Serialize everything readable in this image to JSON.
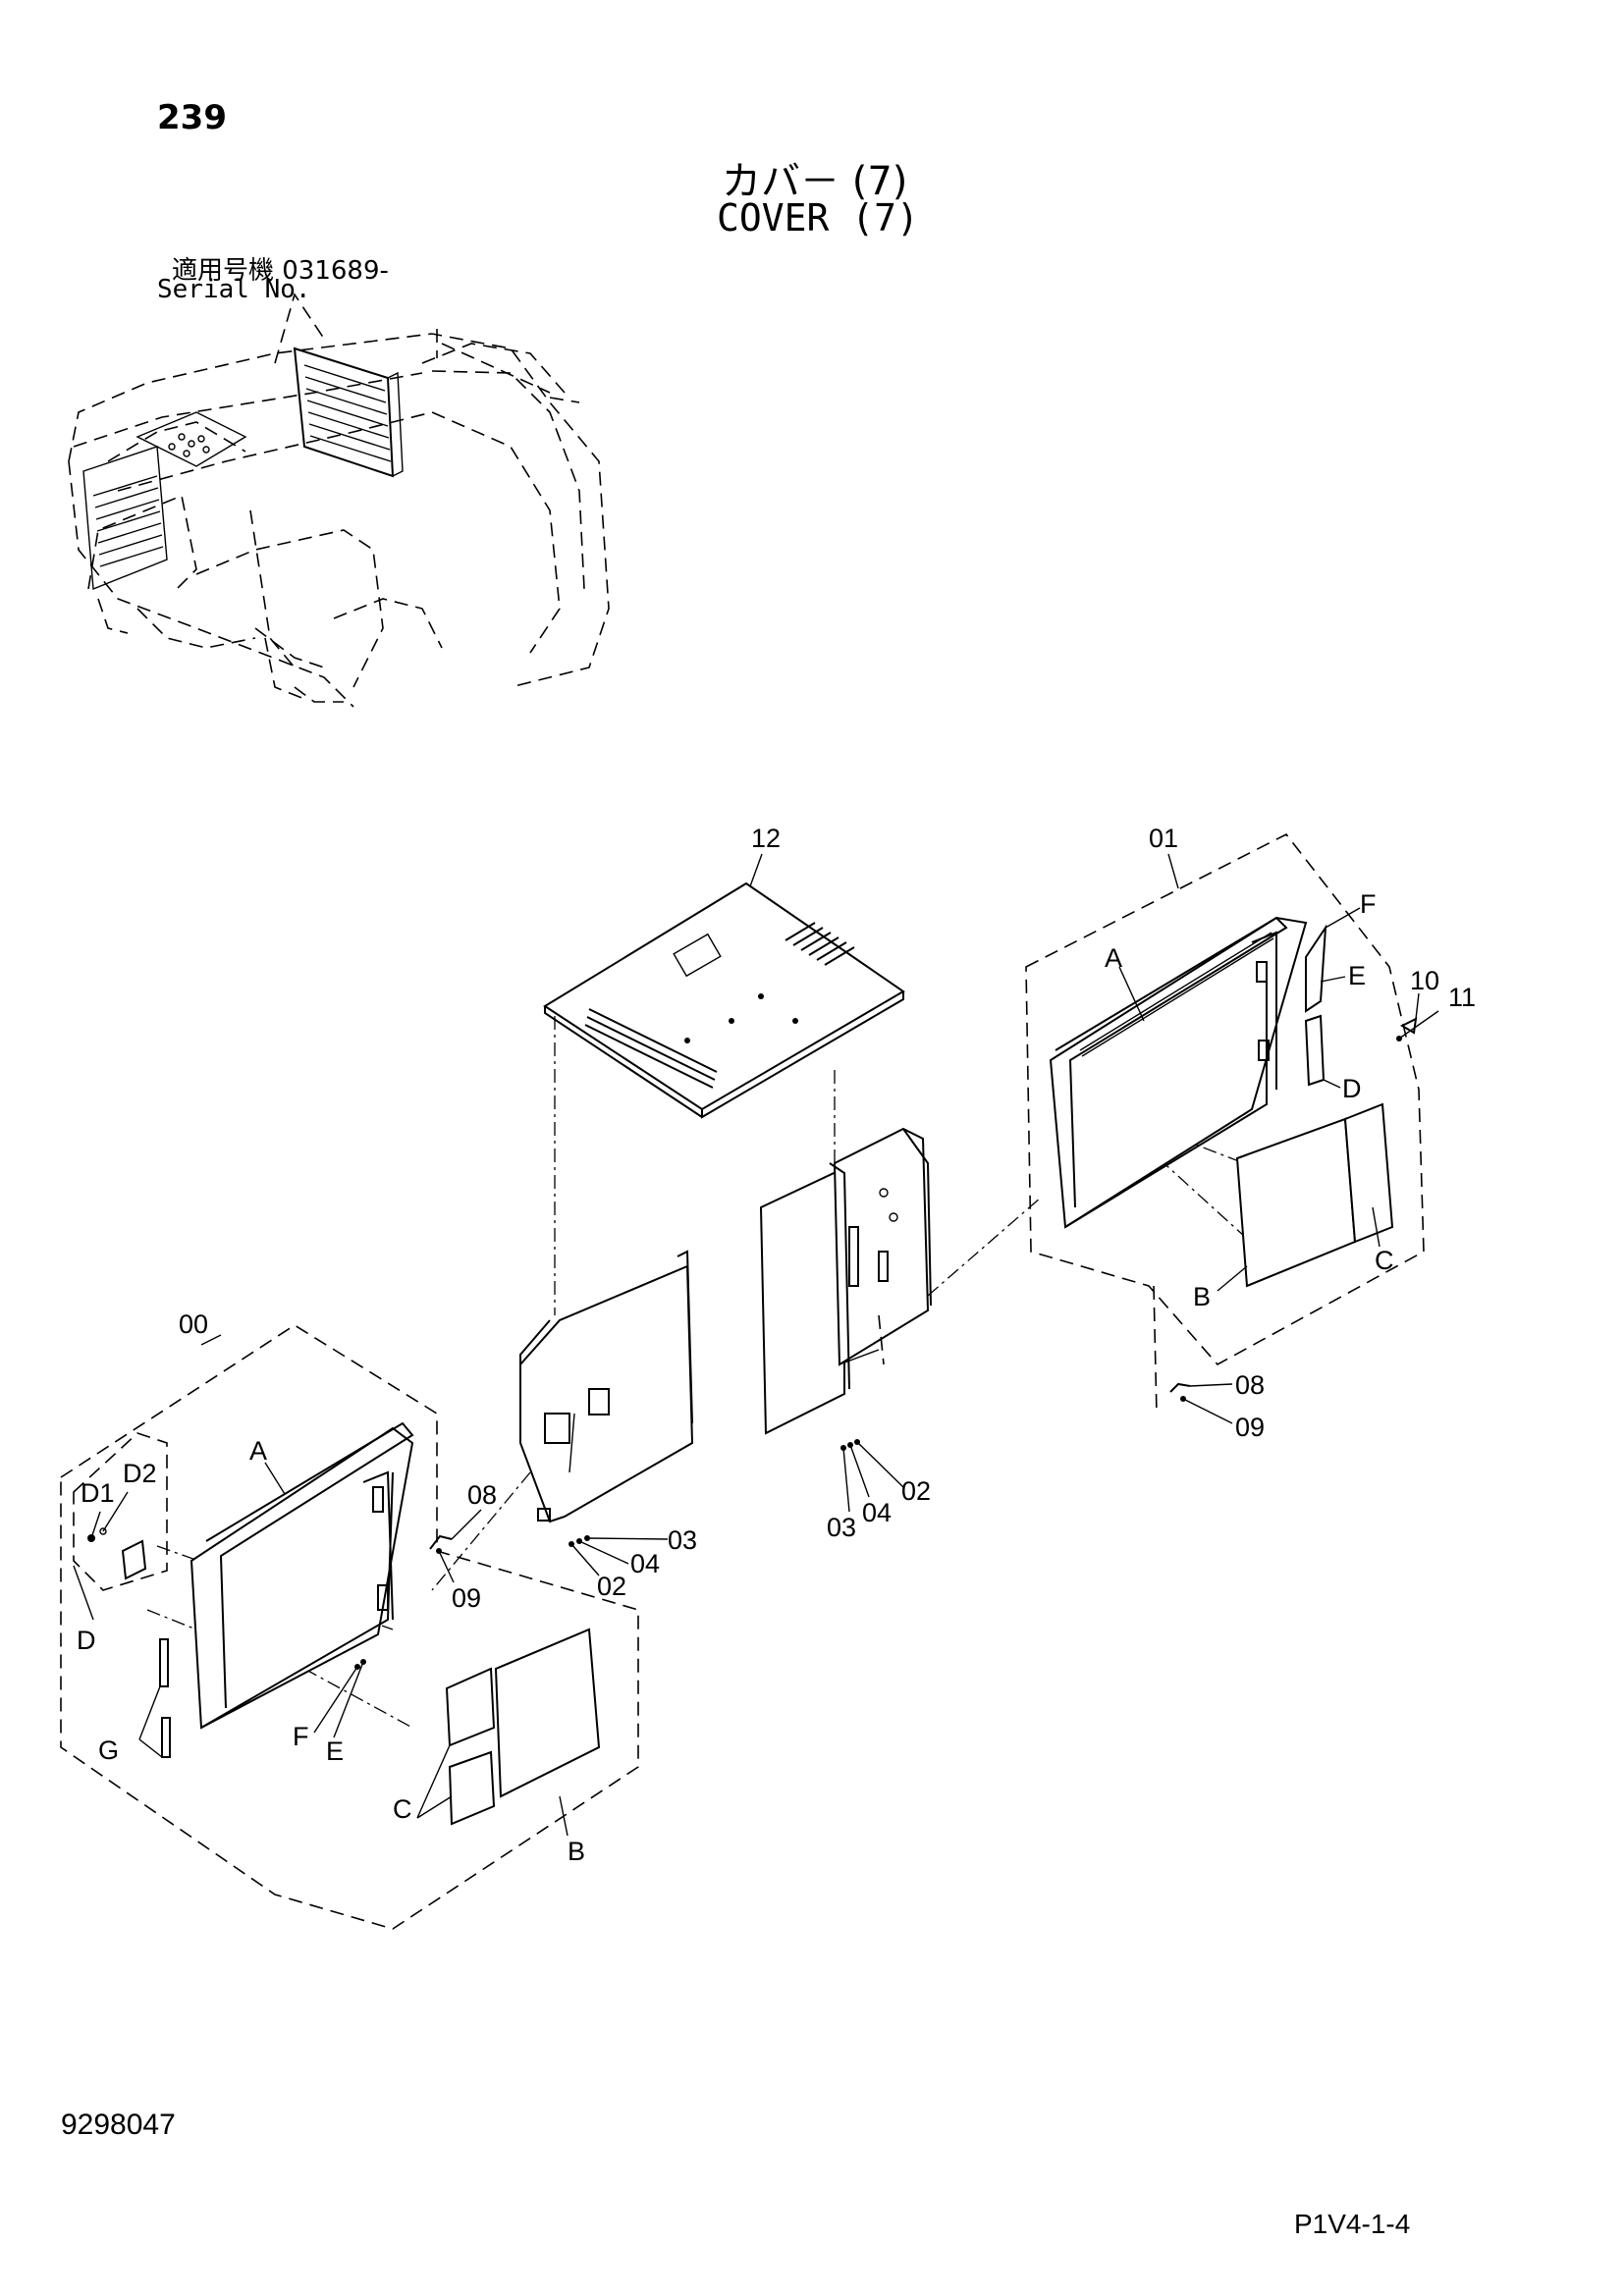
{
  "header": {
    "page_number": "239",
    "title_jp": "カバ－ (7)",
    "title_en": "COVER (7)",
    "serial_label_jp": "適用号機  031689-",
    "serial_label_en": "Serial No."
  },
  "callouts": {
    "c12": "12",
    "c01": "01",
    "c00": "00",
    "A1": "A",
    "F1": "F",
    "E1": "E",
    "c10": "10",
    "c11": "11",
    "D1r": "D",
    "B1": "B",
    "C1": "C",
    "c08a": "08",
    "c09a": "09",
    "c02a": "02",
    "c03a": "03",
    "c04a": "04",
    "c08b": "08",
    "c09b": "09",
    "c03b": "03",
    "c04b": "04",
    "c02b": "02",
    "A0": "A",
    "D1": "D1",
    "D2": "D2",
    "D0": "D",
    "G0": "G",
    "F0": "F",
    "E0": "E",
    "C0": "C",
    "B0": "B"
  },
  "footer": {
    "doc_number": "9298047",
    "page_ref": "P1V4-1-4"
  }
}
